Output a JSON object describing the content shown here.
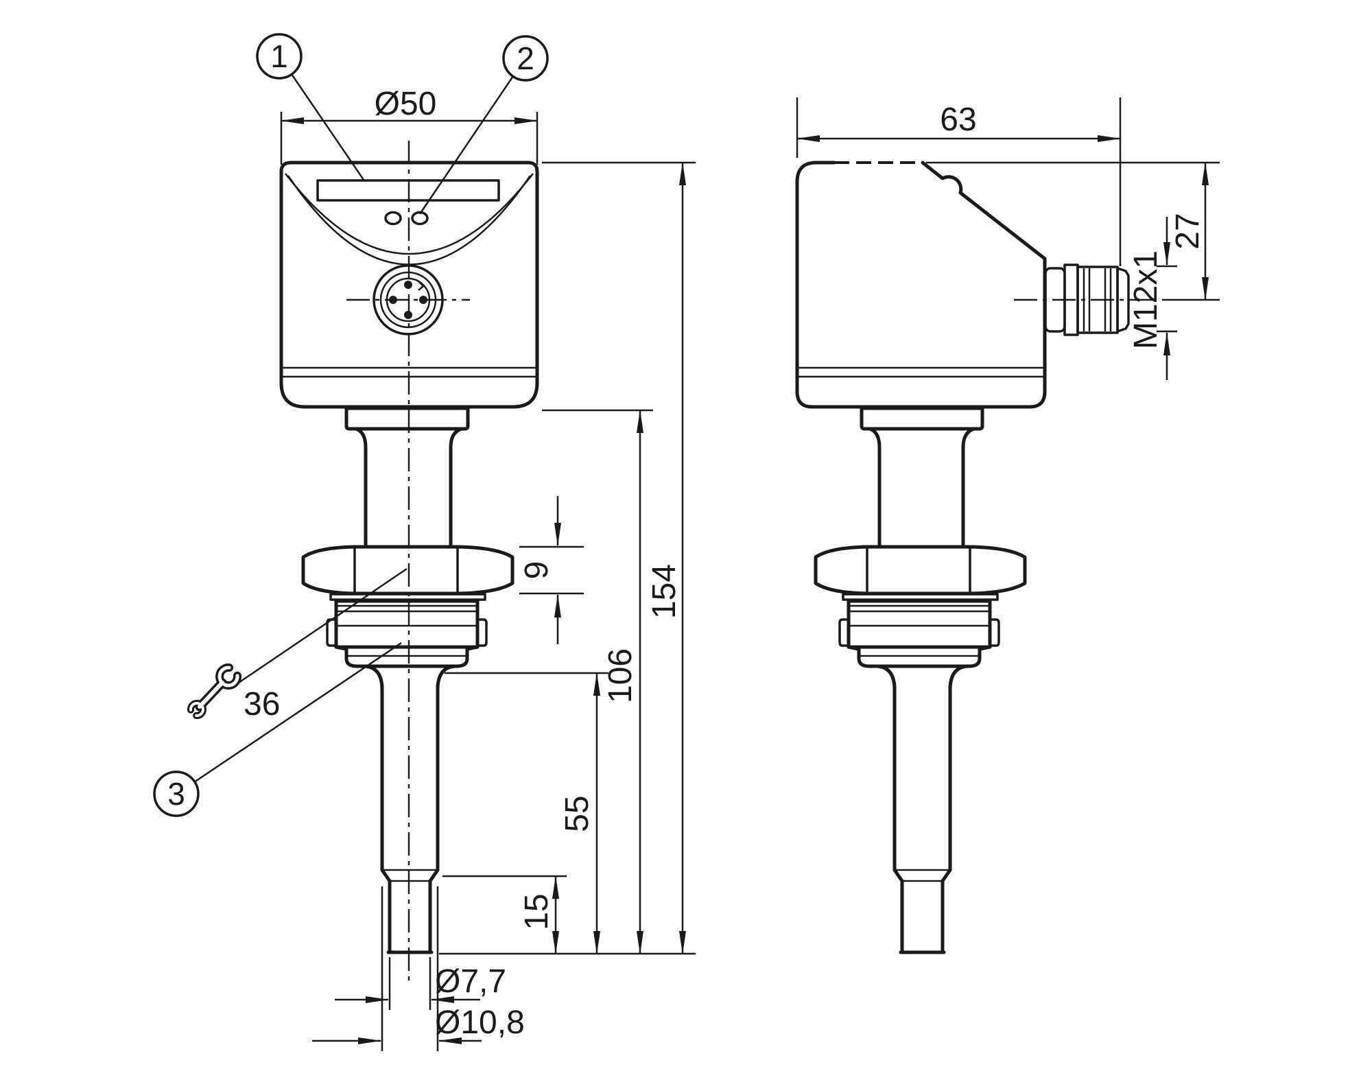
{
  "page": {
    "background": "#ffffff",
    "ink": "#1a1a1a"
  },
  "views": {
    "front": {
      "name": "front view with display, LEDs and M12 plug face"
    },
    "side": {
      "name": "side view with sloped head and M12 connector"
    }
  },
  "labels": {
    "head_diameter": "Ø50",
    "housing_depth": "63",
    "connector_center_offset": "27",
    "connector_thread": "M12x1",
    "nut_height": "9",
    "overall_length": "154",
    "length_below_housing": "106",
    "probe_length": "55",
    "tip_length": "15",
    "tip_diameter": "Ø7,7",
    "probe_diameter": "Ø10,8",
    "wrench_size": "36",
    "callout_1": "1",
    "callout_2": "2",
    "callout_3": "3"
  }
}
